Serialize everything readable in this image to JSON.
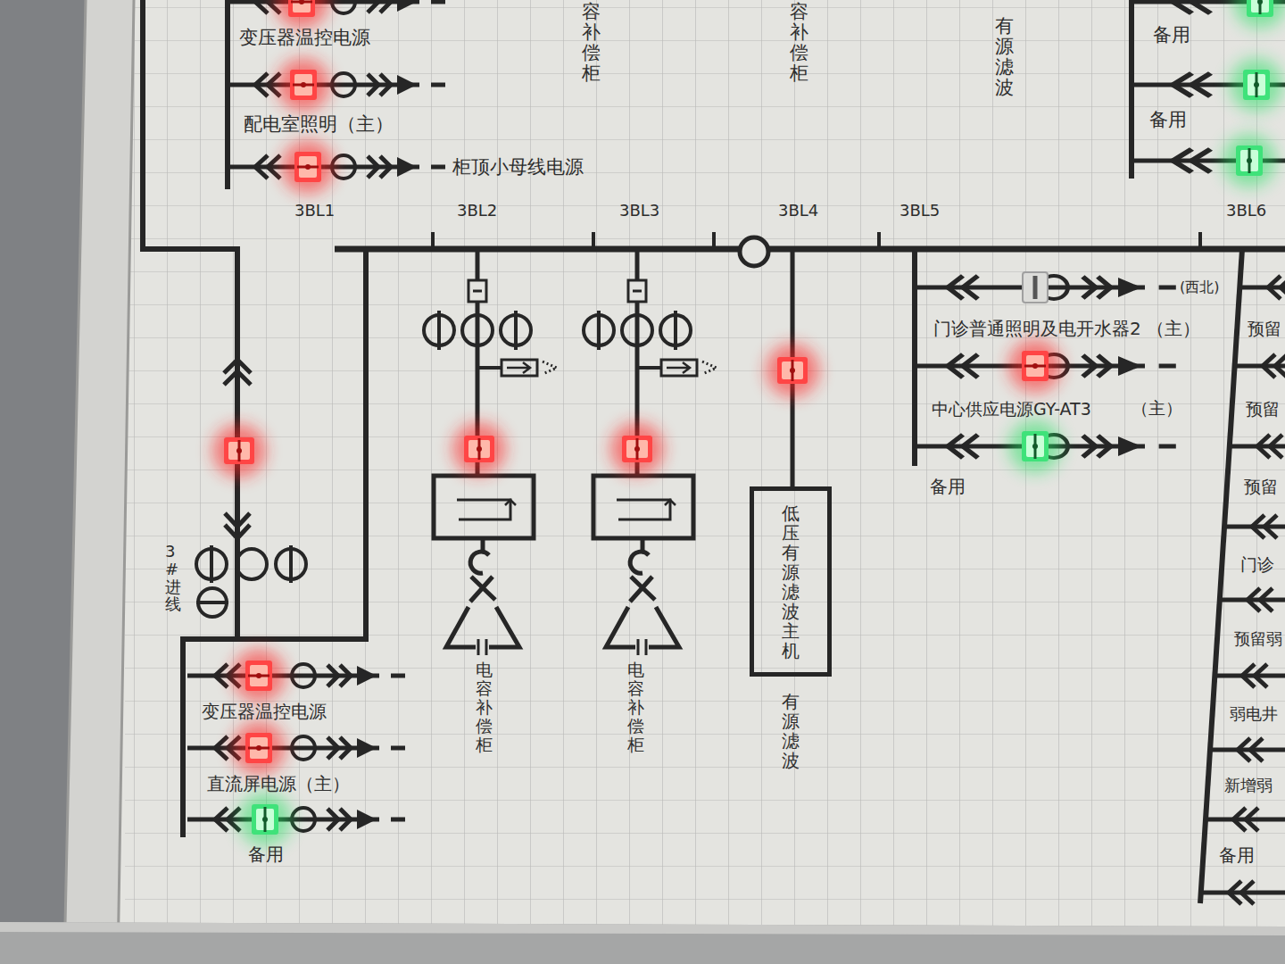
{
  "diagram": {
    "nodes": [
      {
        "text": [
          "低压有源滤波主机",
          "有源滤波"
        ]
      }
    ],
    "labels": [
      "变压器温控电源",
      "容补偿柜",
      "容补偿柜",
      "有源滤波",
      "备用",
      "配电室照明（主）",
      "备用",
      "柜顶小母线电源",
      "3BL1",
      "3BL2",
      "3BL3",
      "3BL4",
      "3BL5",
      "3BL6",
      "(西北)",
      "门诊普通照明及电开水器2 （主）",
      "预留",
      "中心供应电源GY-AT3",
      "（主）",
      "预留",
      "备用",
      "预留",
      "3#进线",
      "门诊",
      "预留弱",
      "电容补偿柜",
      "电容补偿柜",
      "变压器温控电源",
      "弱电井",
      "直流屏电源（主）",
      "新增弱",
      "备用",
      "备用"
    ]
  }
}
